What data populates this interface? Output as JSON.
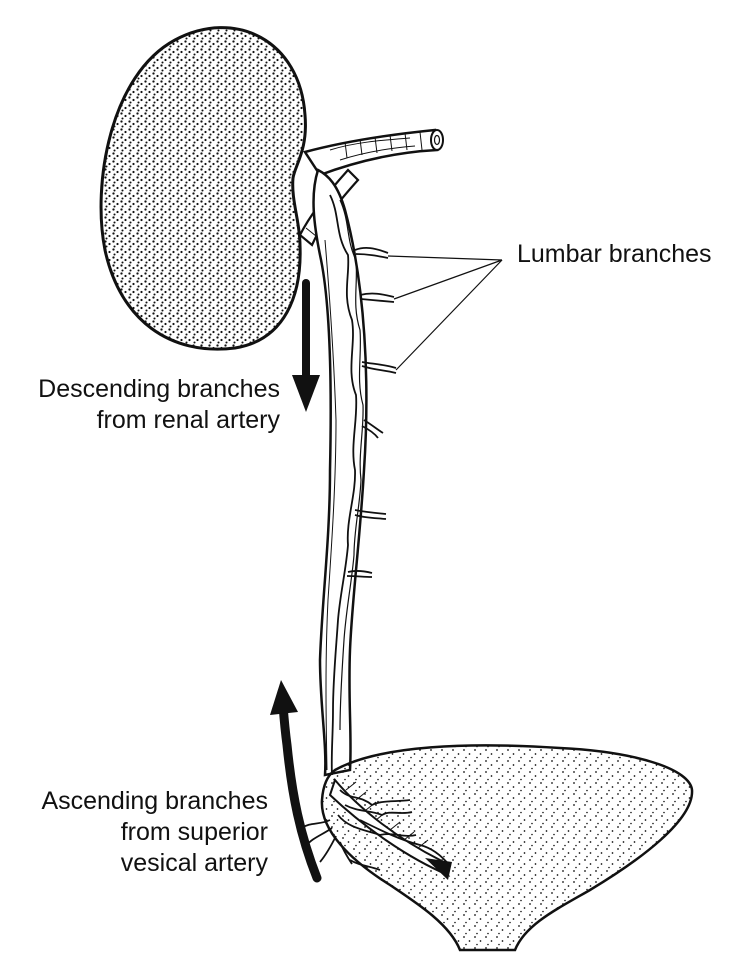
{
  "labels": {
    "lumbar": "Lumbar branches",
    "descending_line1": "Descending branches",
    "descending_line2": "from renal artery",
    "ascending_line1": "Ascending branches",
    "ascending_line2": "from superior",
    "ascending_line3": "vesical artery"
  },
  "colors": {
    "ink": "#111111",
    "paper": "#ffffff"
  }
}
